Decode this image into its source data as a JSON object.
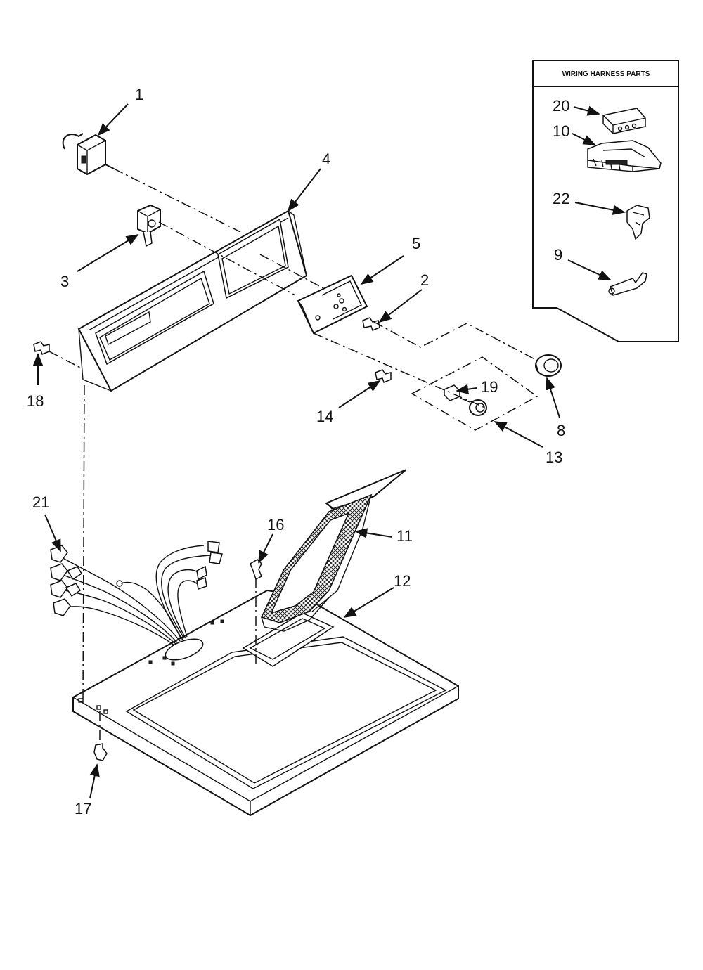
{
  "box_title": "WIRING HARNESS PARTS",
  "callouts": {
    "c1": "1",
    "c2": "2",
    "c3": "3",
    "c4": "4",
    "c5": "5",
    "c8": "8",
    "c9": "9",
    "c10": "10",
    "c11": "11",
    "c12": "12",
    "c13": "13",
    "c14": "14",
    "c16": "16",
    "c17": "17",
    "c18": "18",
    "c19": "19",
    "c20": "20",
    "c21": "21",
    "c22": "22"
  }
}
